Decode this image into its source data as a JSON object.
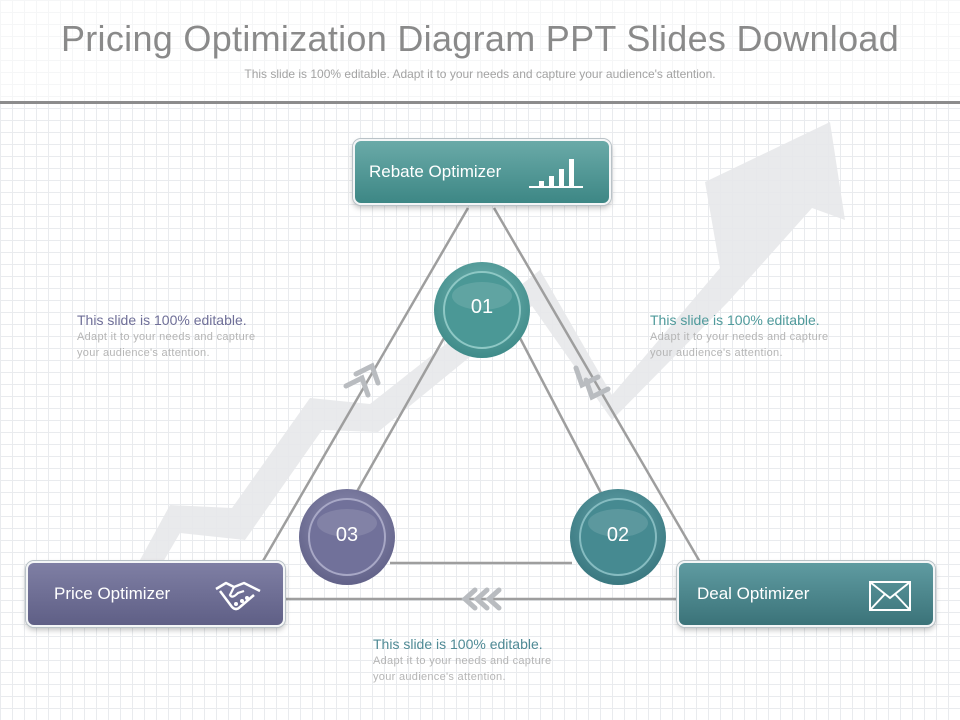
{
  "header": {
    "title": "Pricing Optimization Diagram PPT Slides Download",
    "subtitle": "This slide is 100% editable. Adapt it to your needs and capture your audience's attention."
  },
  "boxes": {
    "rebate": {
      "label": "Rebate Optimizer",
      "icon": "bar-chart-icon",
      "color": "#4f9694"
    },
    "price": {
      "label": "Price Optimizer",
      "icon": "handshake-icon",
      "color": "#6e6e96"
    },
    "deal": {
      "label": "Deal Optimizer",
      "icon": "envelope-icon",
      "color": "#4a868c"
    }
  },
  "steps": {
    "one": "01",
    "two": "02",
    "three": "03"
  },
  "notes": {
    "left": {
      "heading": "This slide is 100% editable.",
      "body_line1": "Adapt it to your needs and capture",
      "body_line2": "your audience's attention."
    },
    "right": {
      "heading": "This slide is 100% editable.",
      "body_line1": "Adapt it to your needs and capture",
      "body_line2": "your audience's attention."
    },
    "bottom": {
      "heading": "This slide is 100% editable.",
      "body_line1": "Adapt it to your needs and capture",
      "body_line2": "your audience's attention."
    }
  },
  "colors": {
    "teal": "#4f9694",
    "purple": "#6e6e96",
    "title_gray": "#8a8a8a"
  }
}
